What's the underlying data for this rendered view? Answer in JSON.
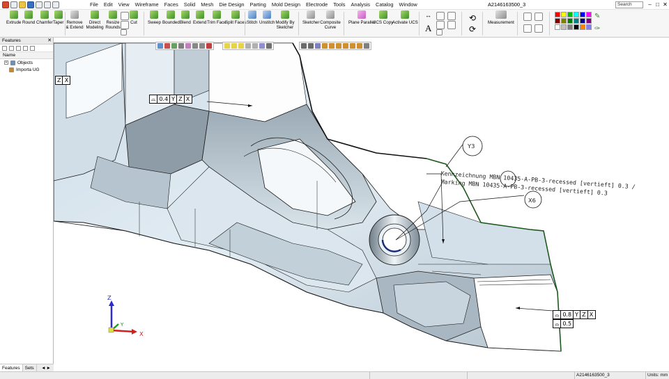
{
  "menubar": {
    "menus": [
      "File",
      "Edit",
      "View",
      "Wireframe",
      "Faces",
      "Solid",
      "Mesh",
      "Die Design",
      "Parting",
      "Mold Design",
      "Electrode",
      "Tools",
      "Analysis",
      "Catalog",
      "Window"
    ],
    "window_title": "A2146163500_3",
    "search_label": "Search",
    "controls": [
      "–",
      "□",
      "✕"
    ]
  },
  "ribbon": {
    "solid_tools": [
      "Extrude",
      "Round",
      "Chamfer",
      "Taper"
    ],
    "remove_extend": "Remove & Extend",
    "direct_modeling": "Direct Modeling",
    "resize_rounds": "Resize Rounds",
    "cut": "Cut",
    "surface_tools": [
      "Sweep",
      "Bounded",
      "Blend",
      "Extend",
      "Trim Face",
      "Split Faces"
    ],
    "stitch": "Stitch",
    "unstitch": "Unstitch",
    "modify_by_sketcher": "Modify By Sketcher",
    "sketcher": "Sketcher",
    "composite_curve": "Composite Curve",
    "plane_parallel": "Plane Parallel",
    "ucs_copy": "UCS Copy",
    "activate_ucs": "Activate UCS",
    "measurement": "Measurement",
    "palette_colors": [
      "#ff0000",
      "#ffff00",
      "#00c000",
      "#00ffff",
      "#0000ff",
      "#ff00ff",
      "#800000",
      "#808000",
      "#008000",
      "#008080",
      "#000080",
      "#800080",
      "#ffffff",
      "#c0c0c0",
      "#808080",
      "#000000",
      "#ff8000",
      "#8080ff"
    ]
  },
  "features_panel": {
    "title": "Features",
    "pin": "✕",
    "column_header": "Name",
    "tree": [
      {
        "label": "Objects",
        "expander": "+"
      },
      {
        "label": "Importa UG",
        "expander": ""
      }
    ],
    "tabs": [
      "Features",
      "Sets"
    ],
    "tab_arrows": "◄►"
  },
  "viewport": {
    "gdt_top": [
      "⌓",
      "0.4",
      "Y",
      "Z",
      "X"
    ],
    "gdt_corner": [
      "Z",
      "X"
    ],
    "gdt_right_row1": [
      "⌓",
      "0.8",
      "Y",
      "Z",
      "X"
    ],
    "gdt_right_row2": [
      "⌓",
      "0.5"
    ],
    "callout_y3": "Y3",
    "callout_x6": "X6",
    "annotation_de": "Kennzeichnung MBN 10435-A-PB-3-recessed [vertieft] 0.3  /",
    "annotation_en": "Marking MBN 10435-A-PB-3-recessed [vertieft] 0.3",
    "axis_x": "X",
    "axis_y": "Y",
    "axis_z": "Z",
    "colors": {
      "part_fill": "#d6e3ec",
      "part_shadow": "#8b9aa6",
      "edge": "#1a1a1a",
      "green_edge": "#1d5a1d"
    }
  },
  "statusbar": {
    "file": "A2146163500_3",
    "units": "Units: mm"
  }
}
